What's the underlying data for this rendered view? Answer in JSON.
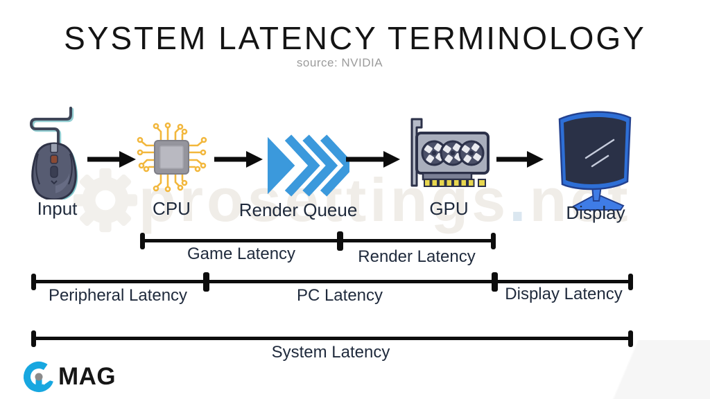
{
  "header": {
    "title": "SYSTEM LATENCY TERMINOLOGY",
    "source_note": "source: NVIDIA"
  },
  "watermark": {
    "icon": "gear-icon",
    "site_name": "prosettings",
    "dot": ".",
    "tld": "net"
  },
  "flow": {
    "nodes": [
      {
        "id": "input",
        "label": "Input",
        "icon": "mouse-icon"
      },
      {
        "id": "cpu",
        "label": "CPU",
        "icon": "cpu-chip-icon"
      },
      {
        "id": "render-queue",
        "label": "Render Queue",
        "icon": "render-queue-chevrons-icon"
      },
      {
        "id": "gpu",
        "label": "GPU",
        "icon": "gpu-card-icon"
      },
      {
        "id": "display",
        "label": "Display",
        "icon": "monitor-icon"
      }
    ],
    "connector_icon": "right-arrow-icon"
  },
  "latency": {
    "game": "Game Latency",
    "render": "Render Latency",
    "peripheral": "Peripheral Latency",
    "pc": "PC Latency",
    "display": "Display Latency",
    "system": "System Latency"
  },
  "footer": {
    "logo_icon": "pcmag-circle-icon",
    "brand_suffix": "MAG"
  },
  "colors": {
    "ink": "#0d0d0d",
    "label_navy": "#1f2a3c",
    "queue_blue": "#3b99dc",
    "trace_gold": "#f2b73c",
    "monitor_blue": "#2e6fd6",
    "brand_blue": "#17a7e0",
    "muted_gray": "#9b9b9b"
  }
}
